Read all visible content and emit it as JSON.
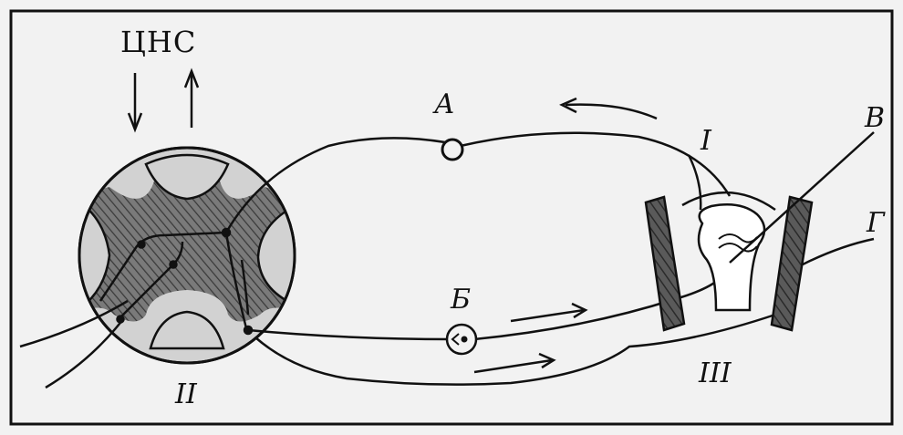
{
  "labels": {
    "cns": "ЦНС",
    "a": "А",
    "b": "Б",
    "v": "В",
    "g": "Г",
    "roman_1": "I",
    "roman_2": "II",
    "roman_3": "III"
  },
  "colors": {
    "background": "#f2f2f2",
    "frame": "#111111",
    "spinal_cord_gray_matter": "#8a8a8a",
    "spinal_cord_white_matter": "#d2d2d2",
    "muscle": "#505050",
    "receptor": "#ffffff"
  }
}
